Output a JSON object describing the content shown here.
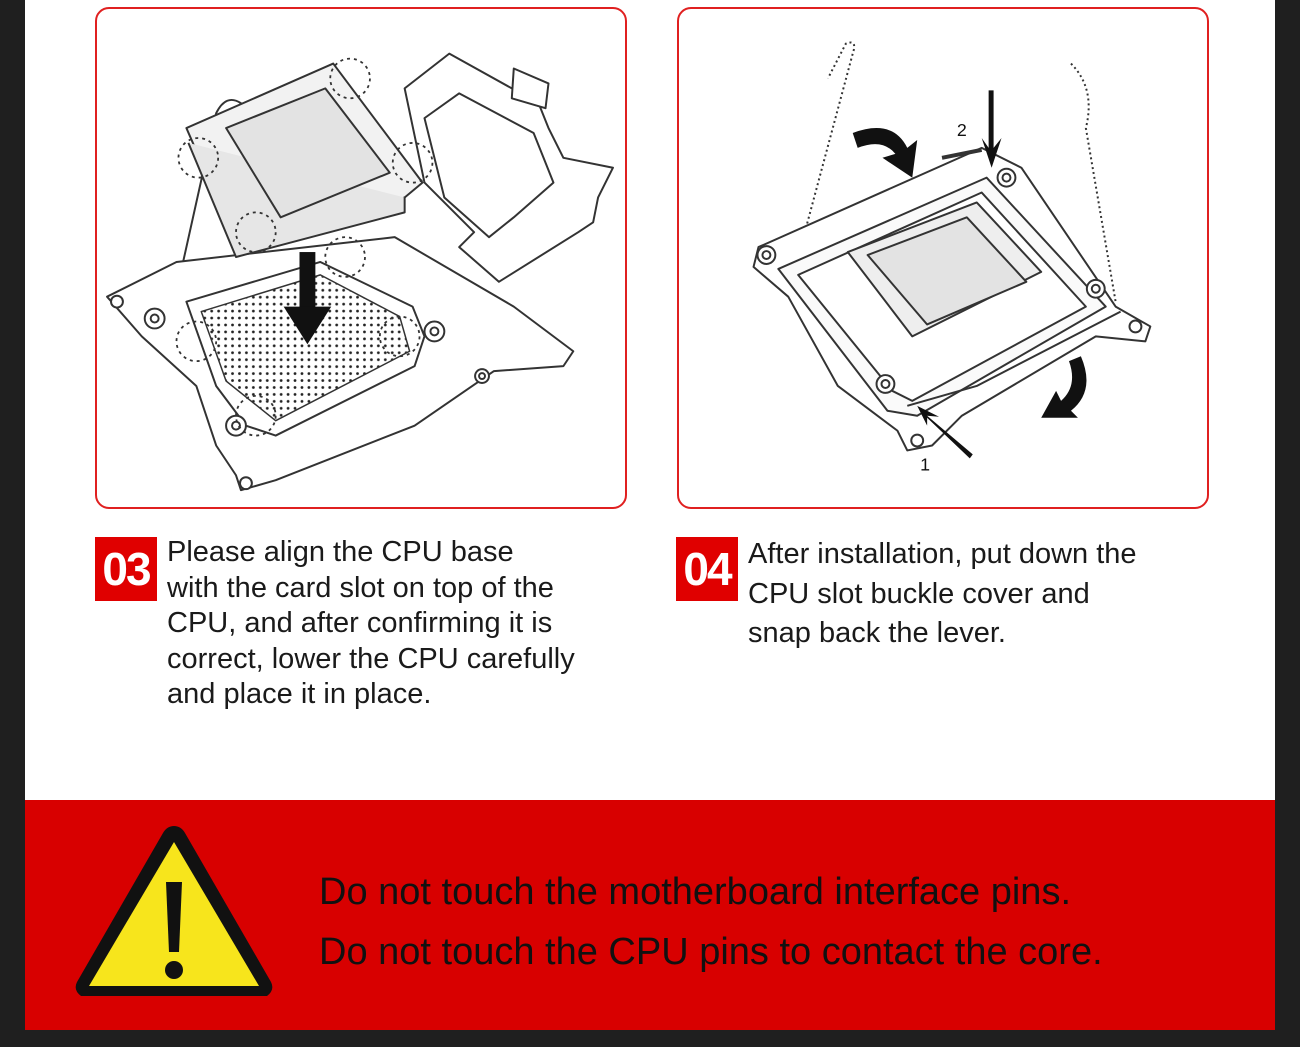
{
  "steps": [
    {
      "number": "03",
      "text": "Please align the CPU base\nwith the card slot on top of the\nCPU, and after confirming it is\ncorrect, lower the CPU carefully\nand place it in place."
    },
    {
      "number": "04",
      "text": "After installation, put down the\nCPU slot buckle cover and\nsnap back the lever.",
      "callouts": [
        "1",
        "2"
      ]
    }
  ],
  "warning": {
    "lines": [
      "Do not touch the motherboard interface pins.",
      "Do not touch the CPU pins to contact the core."
    ],
    "icon": "warning-triangle-icon"
  },
  "colors": {
    "accent_red": "#e00000",
    "warning_bar": "#d80000",
    "warning_yellow": "#f7e51c",
    "panel_border": "#e02020"
  }
}
